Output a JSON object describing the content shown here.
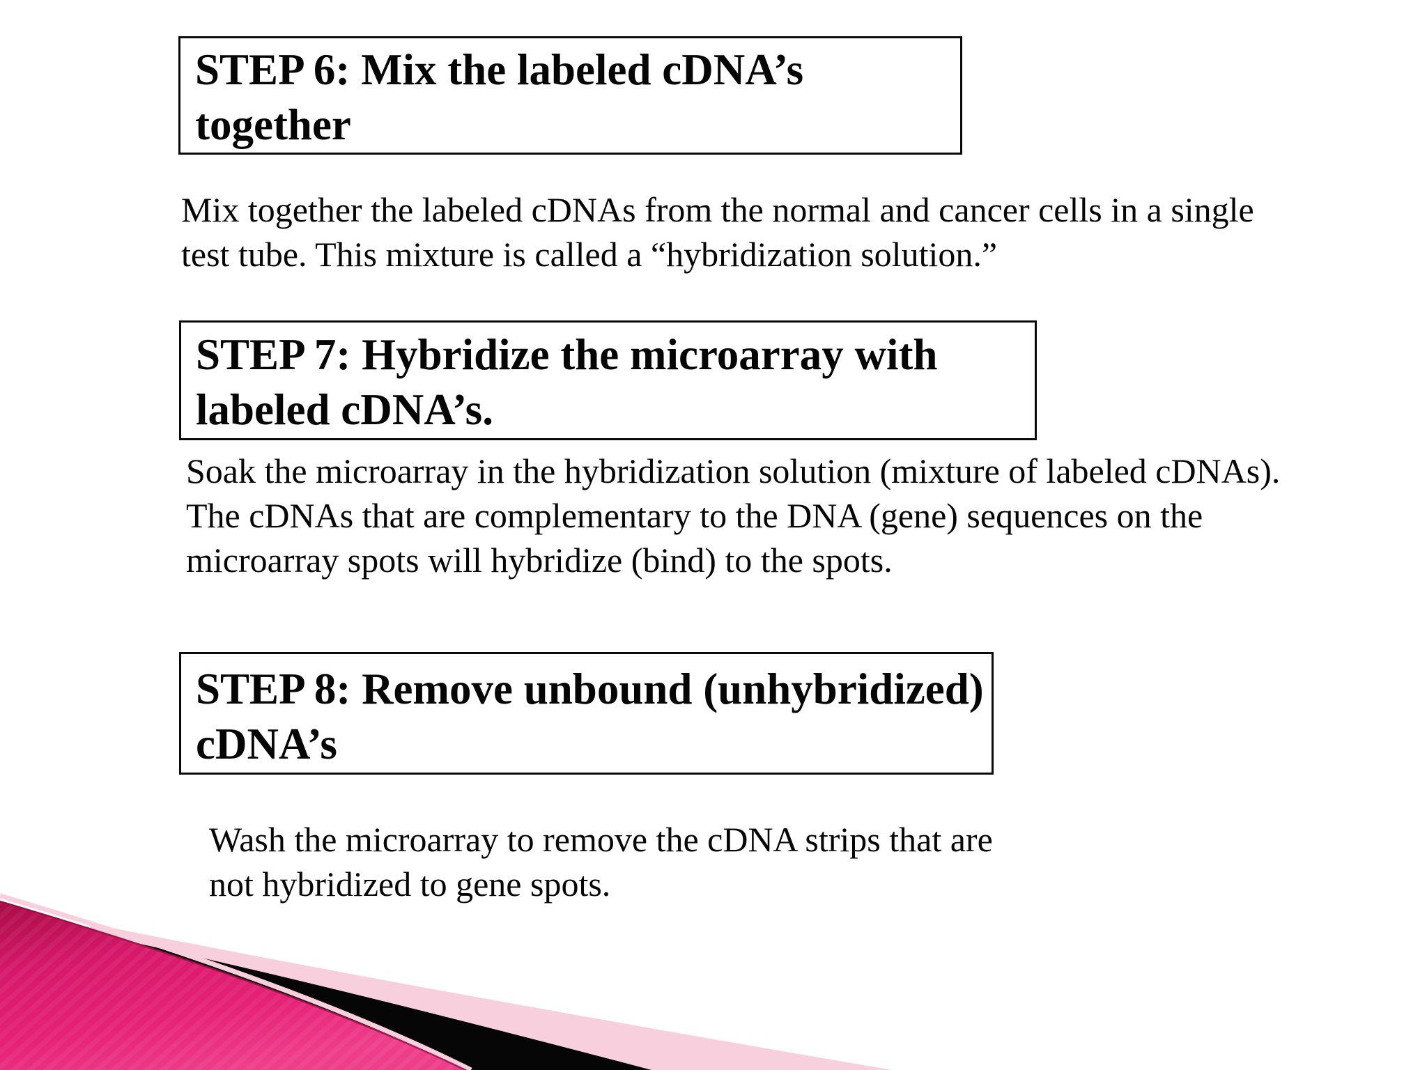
{
  "slide": {
    "background": "#ffffff"
  },
  "steps": [
    {
      "title_lines": [
        "STEP 6: Mix the labeled cDNA’s",
        "together"
      ],
      "body_lines": [
        "Mix together the labeled cDNAs from the normal and cancer cells in a single",
        "test tube. This mixture is called a “hybridization solution.”"
      ]
    },
    {
      "title_lines": [
        "STEP 7: Hybridize the microarray with",
        "labeled cDNA’s."
      ],
      "body_lines": [
        "Soak the microarray in the hybridization solution (mixture of labeled cDNAs).",
        "The cDNAs that are complementary to the DNA (gene) sequences on the",
        "microarray spots will hybridize (bind) to the spots."
      ]
    },
    {
      "title_lines": [
        "STEP 8: Remove unbound (unhybridized)",
        "cDNA’s"
      ],
      "body_lines": [
        "Wash the microarray to remove the cDNA strips that are",
        "not hybridized to gene spots."
      ]
    }
  ],
  "colors": {
    "magenta-dark": "#a80c45",
    "magenta-mid": "#d6186a",
    "magenta-bright": "#ee3d8a",
    "pale-pink": "#f8cfdd",
    "band-black": "#060606",
    "text-black": "#050505",
    "box-border": "#0a0a0a"
  }
}
